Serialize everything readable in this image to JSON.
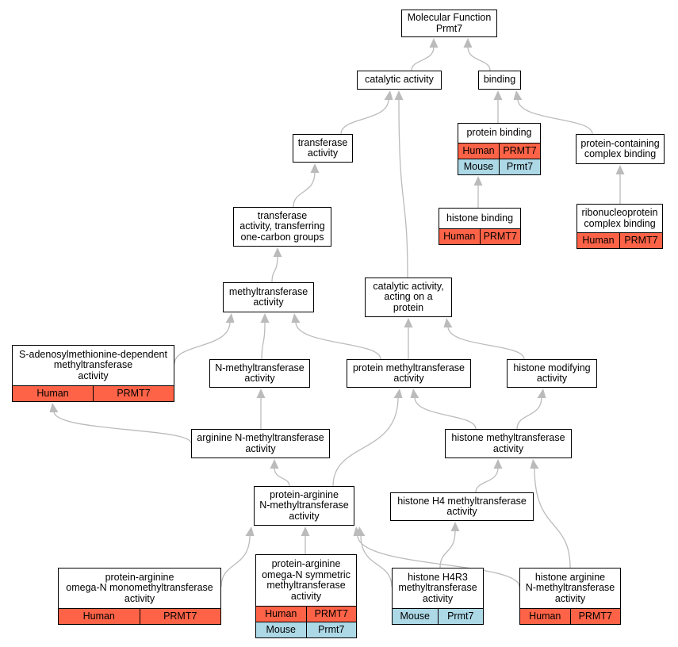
{
  "colors": {
    "human": "#FF6347",
    "mouse": "#ADD8E6",
    "edge": "#BBBBBB",
    "node_border": "#000000",
    "node_bg": "#FFFFFF"
  },
  "nodes": [
    {
      "id": "mf",
      "label": "Molecular Function\nPrmt7",
      "rows": []
    },
    {
      "id": "catalytic",
      "label": "catalytic activity",
      "rows": []
    },
    {
      "id": "binding",
      "label": "binding",
      "rows": []
    },
    {
      "id": "transferase",
      "label": "transferase\nactivity",
      "rows": []
    },
    {
      "id": "protein_binding",
      "label": "protein binding",
      "rows": [
        {
          "species": "Human",
          "gene": "PRMT7"
        },
        {
          "species": "Mouse",
          "gene": "Prmt7"
        }
      ]
    },
    {
      "id": "pc_binding",
      "label": "protein-containing\ncomplex binding",
      "rows": []
    },
    {
      "id": "one_carbon",
      "label": "transferase\nactivity, transferring\none-carbon groups",
      "rows": []
    },
    {
      "id": "histone_binding",
      "label": "histone binding",
      "rows": [
        {
          "species": "Human",
          "gene": "PRMT7"
        }
      ]
    },
    {
      "id": "rnp_binding",
      "label": "ribonucleoprotein\ncomplex binding",
      "rows": [
        {
          "species": "Human",
          "gene": "PRMT7"
        }
      ]
    },
    {
      "id": "methyltransferase",
      "label": "methyltransferase\nactivity",
      "rows": []
    },
    {
      "id": "cat_protein",
      "label": "catalytic activity,\nacting on a\nprotein",
      "rows": []
    },
    {
      "id": "sam",
      "label": "S-adenosylmethionine-dependent\nmethyltransferase\nactivity",
      "rows": [
        {
          "species": "Human",
          "gene": "PRMT7"
        }
      ]
    },
    {
      "id": "n_methyl",
      "label": "N-methyltransferase\nactivity",
      "rows": []
    },
    {
      "id": "protein_methyl",
      "label": "protein methyltransferase\nactivity",
      "rows": []
    },
    {
      "id": "histone_mod",
      "label": "histone modifying\nactivity",
      "rows": []
    },
    {
      "id": "arg_n_methyl",
      "label": "arginine N-methyltransferase\nactivity",
      "rows": []
    },
    {
      "id": "histone_methyl",
      "label": "histone methyltransferase\nactivity",
      "rows": []
    },
    {
      "id": "pa_n_methyl",
      "label": "protein-arginine\nN-methyltransferase\nactivity",
      "rows": []
    },
    {
      "id": "h4_methyl",
      "label": "histone H4 methyltransferase\nactivity",
      "rows": []
    },
    {
      "id": "pa_mono",
      "label": "protein-arginine\nomega-N monomethyltransferase\nactivity",
      "rows": [
        {
          "species": "Human",
          "gene": "PRMT7"
        }
      ]
    },
    {
      "id": "pa_sym",
      "label": "protein-arginine\nomega-N symmetric\nmethyltransferase\nactivity",
      "rows": [
        {
          "species": "Human",
          "gene": "PRMT7"
        },
        {
          "species": "Mouse",
          "gene": "Prmt7"
        }
      ]
    },
    {
      "id": "h4r3",
      "label": "histone H4R3\nmethyltransferase\nactivity",
      "rows": [
        {
          "species": "Mouse",
          "gene": "Prmt7"
        }
      ]
    },
    {
      "id": "h_arg",
      "label": "histone arginine\nN-methyltransferase\nactivity",
      "rows": [
        {
          "species": "Human",
          "gene": "PRMT7"
        }
      ]
    }
  ],
  "edges": [
    {
      "from": "catalytic",
      "to": "mf"
    },
    {
      "from": "binding",
      "to": "mf"
    },
    {
      "from": "transferase",
      "to": "catalytic"
    },
    {
      "from": "cat_protein",
      "to": "catalytic"
    },
    {
      "from": "protein_binding",
      "to": "binding"
    },
    {
      "from": "pc_binding",
      "to": "binding"
    },
    {
      "from": "histone_binding",
      "to": "protein_binding"
    },
    {
      "from": "rnp_binding",
      "to": "pc_binding"
    },
    {
      "from": "one_carbon",
      "to": "transferase"
    },
    {
      "from": "methyltransferase",
      "to": "one_carbon"
    },
    {
      "from": "sam",
      "to": "methyltransferase"
    },
    {
      "from": "n_methyl",
      "to": "methyltransferase"
    },
    {
      "from": "protein_methyl",
      "to": "methyltransferase"
    },
    {
      "from": "protein_methyl",
      "to": "cat_protein"
    },
    {
      "from": "histone_mod",
      "to": "cat_protein"
    },
    {
      "from": "arg_n_methyl",
      "to": "n_methyl"
    },
    {
      "from": "arg_n_methyl",
      "to": "sam"
    },
    {
      "from": "histone_methyl",
      "to": "protein_methyl"
    },
    {
      "from": "histone_methyl",
      "to": "histone_mod"
    },
    {
      "from": "pa_n_methyl",
      "to": "arg_n_methyl"
    },
    {
      "from": "pa_n_methyl",
      "to": "protein_methyl"
    },
    {
      "from": "h4_methyl",
      "to": "histone_methyl"
    },
    {
      "from": "pa_mono",
      "to": "pa_n_methyl"
    },
    {
      "from": "pa_sym",
      "to": "pa_n_methyl"
    },
    {
      "from": "h4r3",
      "to": "pa_n_methyl"
    },
    {
      "from": "h4r3",
      "to": "h4_methyl"
    },
    {
      "from": "h_arg",
      "to": "pa_n_methyl"
    },
    {
      "from": "h_arg",
      "to": "histone_methyl"
    }
  ]
}
